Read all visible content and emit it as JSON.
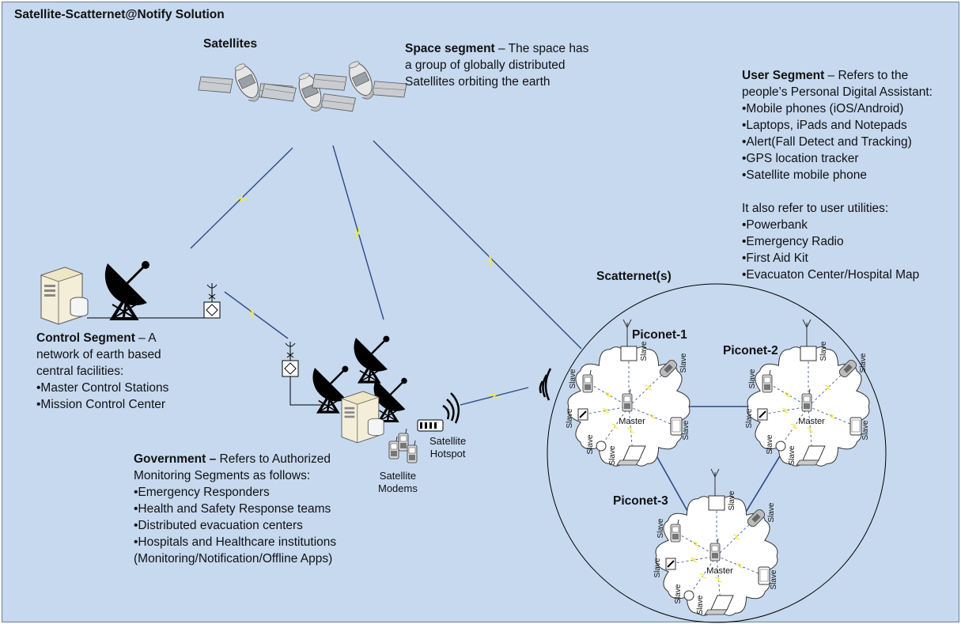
{
  "title": "Satellite-Scatternet@Notify Solution",
  "satellites_label": "Satellites",
  "space_segment": {
    "heading": "Space segment",
    "line1": " – The space has",
    "line2": "a group of globally distributed",
    "line3": "Satellites orbiting the earth"
  },
  "user_segment": {
    "heading": "User Segment",
    "line1": " – Refers to the",
    "line2": "people’s Personal Digital Assistant:",
    "items": [
      "•Mobile phones (iOS/Android)",
      "•Laptops, iPads and Notepads",
      "•Alert(Fall Detect and Tracking)",
      "•GPS location tracker",
      "•Satellite mobile phone"
    ],
    "utilities_intro": "It also refer to user utilities:",
    "utilities": [
      "•Powerbank",
      "•Emergency Radio",
      "•First Aid Kit",
      "•Evacuaton Center/Hospital Map"
    ]
  },
  "control_segment": {
    "heading": "Control Segment",
    "line1": " – A",
    "line2": "network of earth based",
    "line3": "central facilities:",
    "items": [
      "•Master Control Stations",
      "•Mission Control Center"
    ]
  },
  "government": {
    "heading": "Government –",
    "line1": " Refers to Authorized",
    "line2": "Monitoring Segments as follows:",
    "items": [
      "•Emergency Responders",
      "•Health and Safety Response teams",
      "•Distributed evacuation centers",
      "•Hospitals and Healthcare institutions",
      "(Monitoring/Notification/Offline Apps)"
    ]
  },
  "satellite_modems": [
    "Satellite",
    "Modems"
  ],
  "satellite_hotspot": [
    "Satellite",
    "Hotspot"
  ],
  "scatternet_label": "Scatternet(s)",
  "piconets": [
    "Piconet-1",
    "Piconet-2",
    "Piconet-3"
  ],
  "node_labels": {
    "master": "Master",
    "slave": "Slave"
  },
  "colors": {
    "background": "#c6d9ef",
    "link": "#2c4a86",
    "bolt": "#f2e94e"
  },
  "icons": [
    "satellite-icon",
    "server-icon",
    "dish-antenna-icon",
    "antenna-icon",
    "transceiver-icon",
    "hotspot-icon",
    "modem-icon",
    "mobile-phone-icon",
    "laptop-icon",
    "tablet-icon",
    "gps-tracker-icon",
    "satellite-phone-icon"
  ]
}
